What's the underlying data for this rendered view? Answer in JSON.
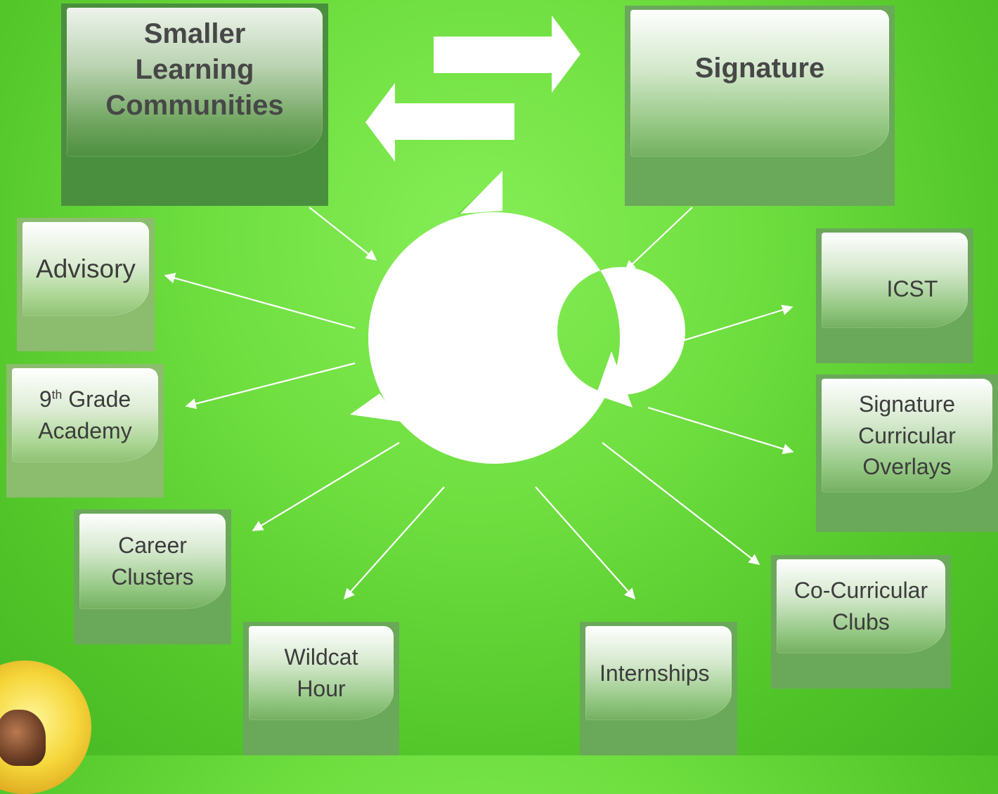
{
  "nodes": {
    "smaller_learning_communities": "Smaller Learning Communities",
    "signature": "Signature",
    "advisory": "Advisory",
    "ninth_grade_number": "9",
    "ninth_grade_suffix": "th",
    "ninth_grade_rest": " Grade Academy",
    "career_clusters": "Career Clusters",
    "wildcat_hour": "Wildcat Hour",
    "internships": "Internships",
    "co_curricular_clubs": "Co-Curricular Clubs",
    "icst": "ICST",
    "signature_curricular_overlays": "Signature Curricular Overlays"
  },
  "icons": {
    "cycle": "cycle-arrows-icon",
    "exchange": "exchange-arrows-icon",
    "emblem": "school-mascot-logo"
  },
  "colors": {
    "background": "#6ede3f",
    "arrow": "#ffffff",
    "label_text": "#474747"
  }
}
